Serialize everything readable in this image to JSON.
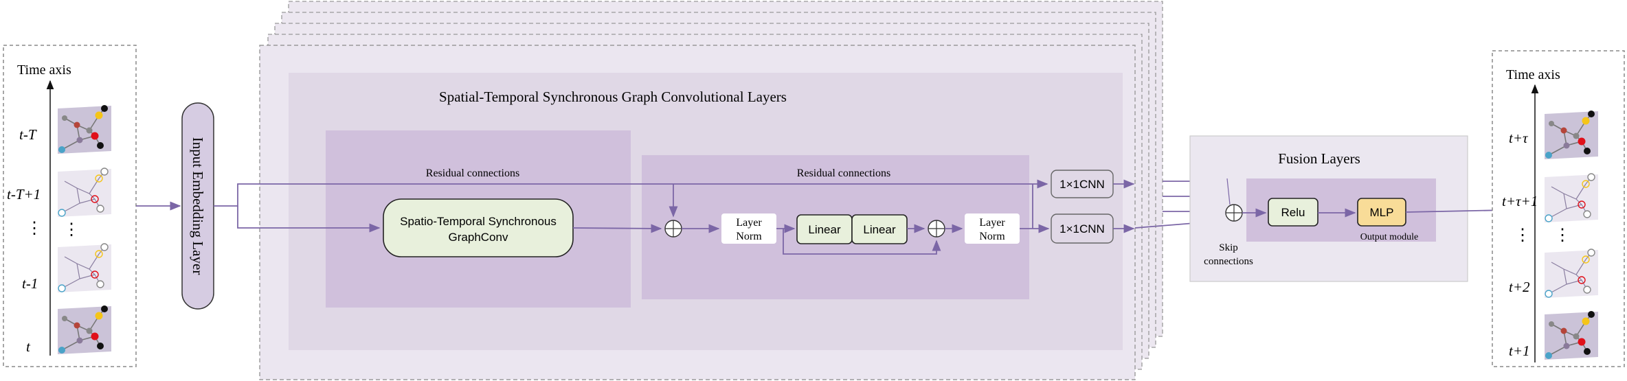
{
  "input_panel": {
    "axis_label": "Time axis",
    "time_labels": [
      "t-T",
      "t-T+1",
      "⋮",
      "t-1",
      "t"
    ],
    "thumb_dots": "⋮"
  },
  "embedding": {
    "label": "Input Embedding Layer"
  },
  "stsgcl": {
    "title": "Spatial-Temporal Synchronous Graph Convolutional Layers",
    "left_block": {
      "residual_label": "Residual connections",
      "graphconv_line1": "Spatio-Temporal Synchronous",
      "graphconv_line2": "GraphConv"
    },
    "right_block": {
      "residual_label": "Residual connections",
      "layer_norm_1_line1": "Layer",
      "layer_norm_1_line2": "Norm",
      "linear_1": "Linear",
      "linear_2": "Linear",
      "layer_norm_2_line1": "Layer",
      "layer_norm_2_line2": "Norm"
    },
    "cnn_top": "1×1CNN",
    "cnn_bottom": "1×1CNN"
  },
  "fusion": {
    "title": "Fusion Layers",
    "relu": "Relu",
    "mlp": "MLP",
    "output_module": "Output module",
    "skip_line1": "Skip",
    "skip_line2": "connections"
  },
  "output_panel": {
    "axis_label": "Time axis",
    "time_labels": [
      "t+τ",
      "t+τ+1",
      "⋮",
      "t+2",
      "t+1"
    ],
    "thumb_dots": "⋮"
  },
  "colors": {
    "arrow": "#7b66a6",
    "layer_bg": "#ece7f0",
    "inner_bg": "#e0d8e6",
    "block_bg": "#d0c0dc",
    "graphconv_fill": "#e8f0dc",
    "mlp_fill": "#f8dc98",
    "node_yellow": "#f5c518",
    "node_red": "#e0101a",
    "node_black": "#111111",
    "node_blue": "#4aa3c8",
    "node_brown": "#b5453a"
  }
}
